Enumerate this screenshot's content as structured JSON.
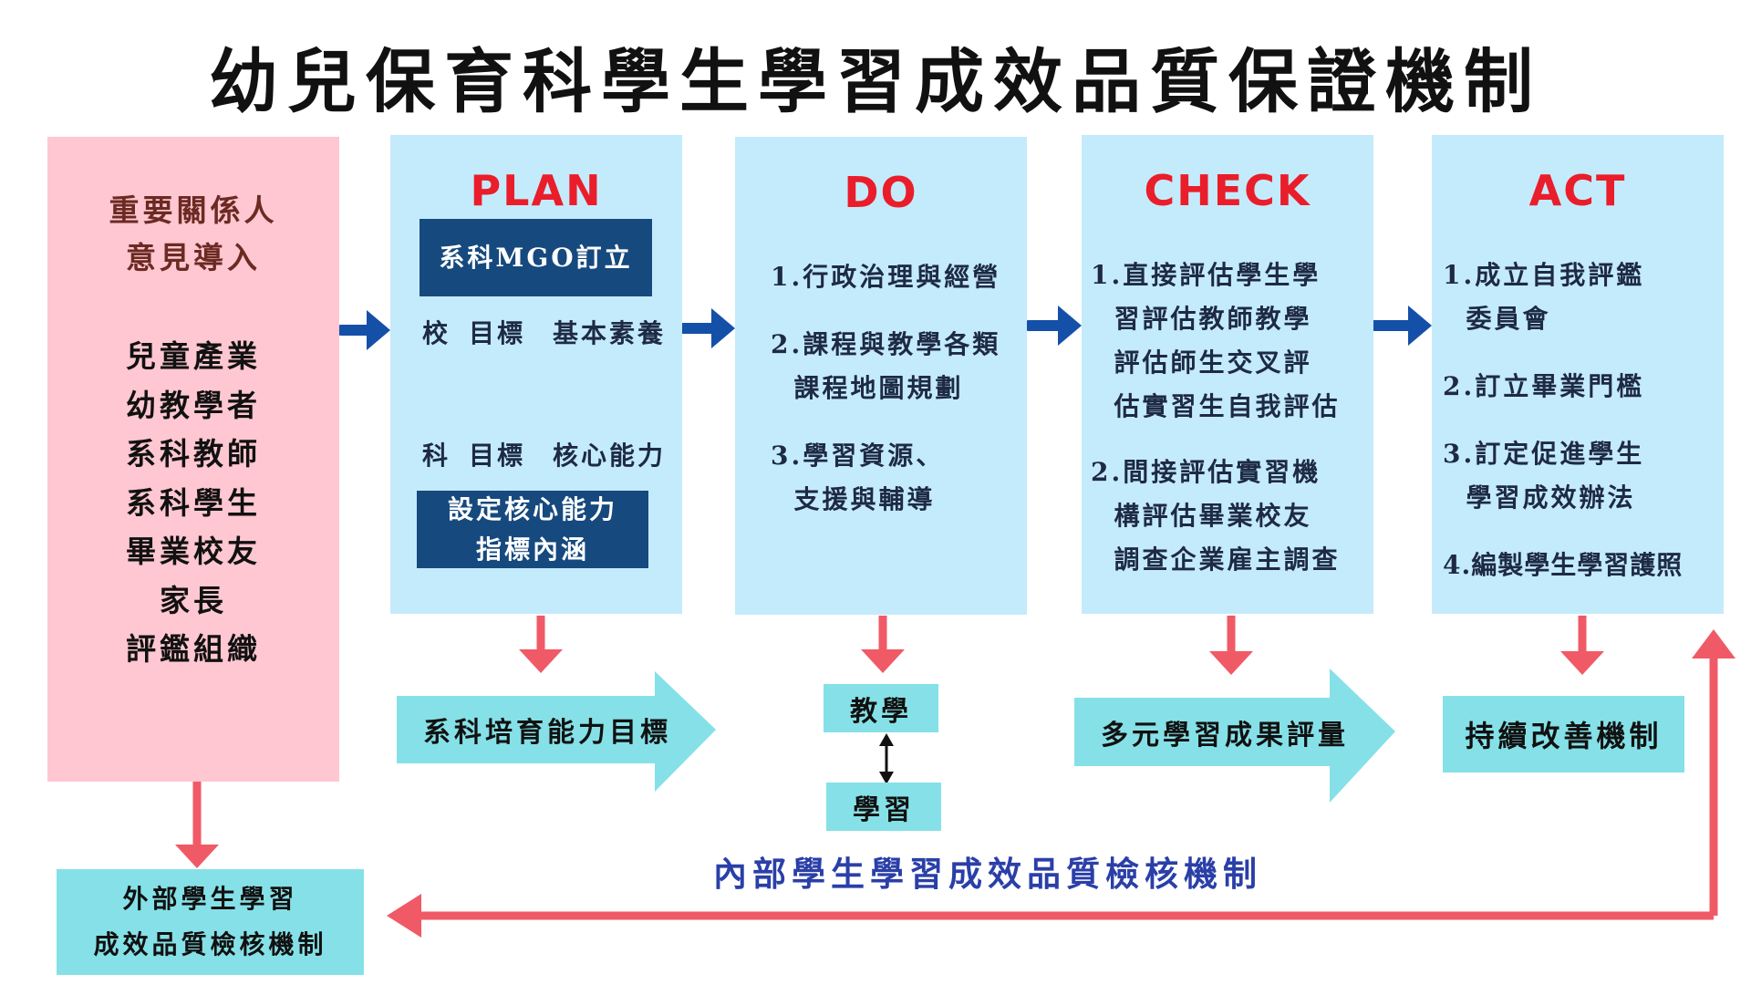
{
  "title": "幼兒保育科學生學習成效品質保證機制",
  "stakeholders": {
    "heading": [
      "重要關係人",
      "意見導入"
    ],
    "items": [
      "兒童產業",
      "幼教學者",
      "系科教師",
      "系科學生",
      "畢業校友",
      "家長",
      "評鑑組織"
    ]
  },
  "plan": {
    "title": "PLAN",
    "top_box": "系科MGO訂立",
    "labels_top": [
      "校",
      "目標",
      "基本素養"
    ],
    "labels_bottom": [
      "科",
      "目標",
      "核心能力"
    ],
    "bottom_box": [
      "設定核心能力",
      "指標內涵"
    ],
    "outcome": "系科培育能力目標"
  },
  "do": {
    "title": "DO",
    "items": [
      "1.行政治理與經營",
      "2.課程與教學各類",
      "  課程地圖規劃",
      "3.學習資源、",
      "  支援與輔導"
    ],
    "teach": "教學",
    "learn": "學習"
  },
  "check": {
    "title": "CHECK",
    "items": [
      "1.直接評估學生學",
      "  習評估教師教學",
      "  評估師生交叉評",
      "  估實習生自我評估",
      "2.間接評估實習機",
      "  構評估畢業校友",
      "  調查企業雇主調查"
    ],
    "outcome": "多元學習成果評量"
  },
  "act": {
    "title": "ACT",
    "items": [
      "1.成立自我評鑑",
      "  委員會",
      "2.訂立畢業門檻",
      "3.訂定促進學生",
      "  學習成效辦法",
      "4.編製學生學習護照"
    ],
    "outcome": "持續改善機制"
  },
  "external": [
    "外部學生學習",
    "成效品質檢核機制"
  ],
  "internal_caption": "內部學生學習成效品質檢核機制",
  "colors": {
    "pink_panel": "#ffc7d1",
    "blue_panel": "#c4ebfb",
    "teal": "#85e1e7",
    "navy": "#16497e",
    "phase_red": "#ea1d2b",
    "flow_arrow": "#1550a8",
    "feedback_arrow": "#f05a66",
    "caption_blue": "#2a3fa8"
  },
  "icons": {
    "flow": "arrow-right-icon",
    "down": "arrow-down-icon",
    "two_way": "double-arrow-icon",
    "chevron": "chevron-arrow-icon"
  }
}
